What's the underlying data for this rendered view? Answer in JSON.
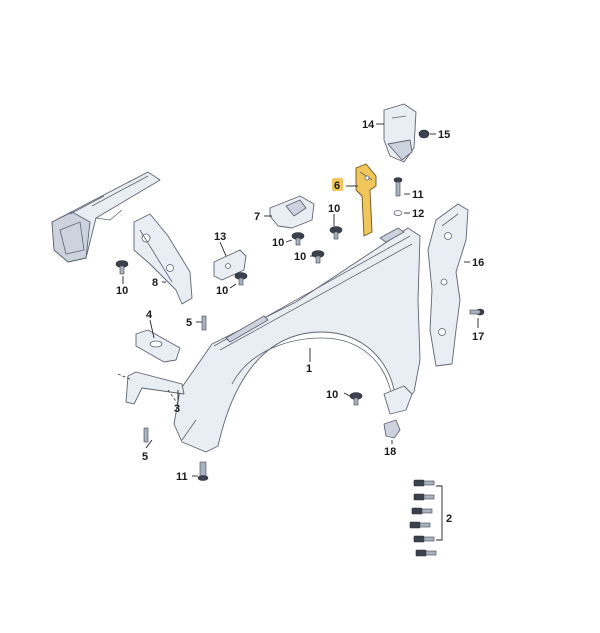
{
  "callouts": [
    {
      "id": "c1",
      "label": "1"
    },
    {
      "id": "c2",
      "label": "2"
    },
    {
      "id": "c3",
      "label": "3"
    },
    {
      "id": "c4",
      "label": "4"
    },
    {
      "id": "c5a",
      "label": "5"
    },
    {
      "id": "c5b",
      "label": "5"
    },
    {
      "id": "c6",
      "label": "6",
      "highlighted": true
    },
    {
      "id": "c7",
      "label": "7"
    },
    {
      "id": "c8",
      "label": "8"
    },
    {
      "id": "c10a",
      "label": "10"
    },
    {
      "id": "c10b",
      "label": "10"
    },
    {
      "id": "c10c",
      "label": "10"
    },
    {
      "id": "c10d",
      "label": "10"
    },
    {
      "id": "c10e",
      "label": "10"
    },
    {
      "id": "c11a",
      "label": "11"
    },
    {
      "id": "c11b",
      "label": "11"
    },
    {
      "id": "c12",
      "label": "12"
    },
    {
      "id": "c13",
      "label": "13"
    },
    {
      "id": "c14",
      "label": "14"
    },
    {
      "id": "c15",
      "label": "15"
    },
    {
      "id": "c16",
      "label": "16"
    },
    {
      "id": "c17",
      "label": "17"
    },
    {
      "id": "c18",
      "label": "18"
    }
  ],
  "colors": {
    "part_fill": "#e9edf4",
    "part_stroke": "#5d6472",
    "highlight": "#f1c65b",
    "text": "#1a1a1a"
  }
}
